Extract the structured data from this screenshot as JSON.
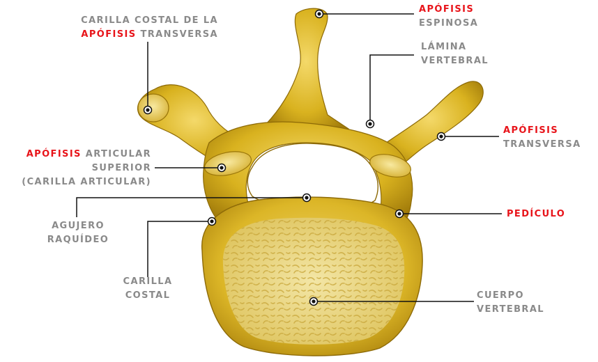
{
  "colors": {
    "label_gray": "#8a8a8a",
    "label_red": "#e8141a",
    "bone": "#d9b21f",
    "bone_dark": "#a9820c",
    "bone_light": "#f2d868",
    "leader": "#111111"
  },
  "labels": {
    "costal_facet_transverse": {
      "line1": "CARILLA COSTAL DE LA",
      "line2_red": "APÓFISIS",
      "line2_rest": " TRANSVERSA"
    },
    "spinous_process": {
      "line1_red": "APÓFISIS",
      "line2": "ESPINOSA"
    },
    "vertebral_lamina": {
      "line1": "LÁMINA",
      "line2": "VERTEBRAL"
    },
    "transverse_process": {
      "line1_red": "APÓFISIS",
      "line2": "TRANSVERSA"
    },
    "superior_articular": {
      "line1_red": "APÓFISIS",
      "line1_rest": " ARTICULAR",
      "line2": "SUPERIOR",
      "line3": "(CARILLA ARTICULAR)"
    },
    "vertebral_foramen": {
      "line1": "AGUJERO",
      "line2": "RAQUÍDEO"
    },
    "pedicle": {
      "line1_red": "PEDÍCULO"
    },
    "costal_facet": {
      "line1": "CARILLA",
      "line2": "COSTAL"
    },
    "vertebral_body": {
      "line1": "CUERPO",
      "line2": "VERTEBRAL"
    }
  }
}
